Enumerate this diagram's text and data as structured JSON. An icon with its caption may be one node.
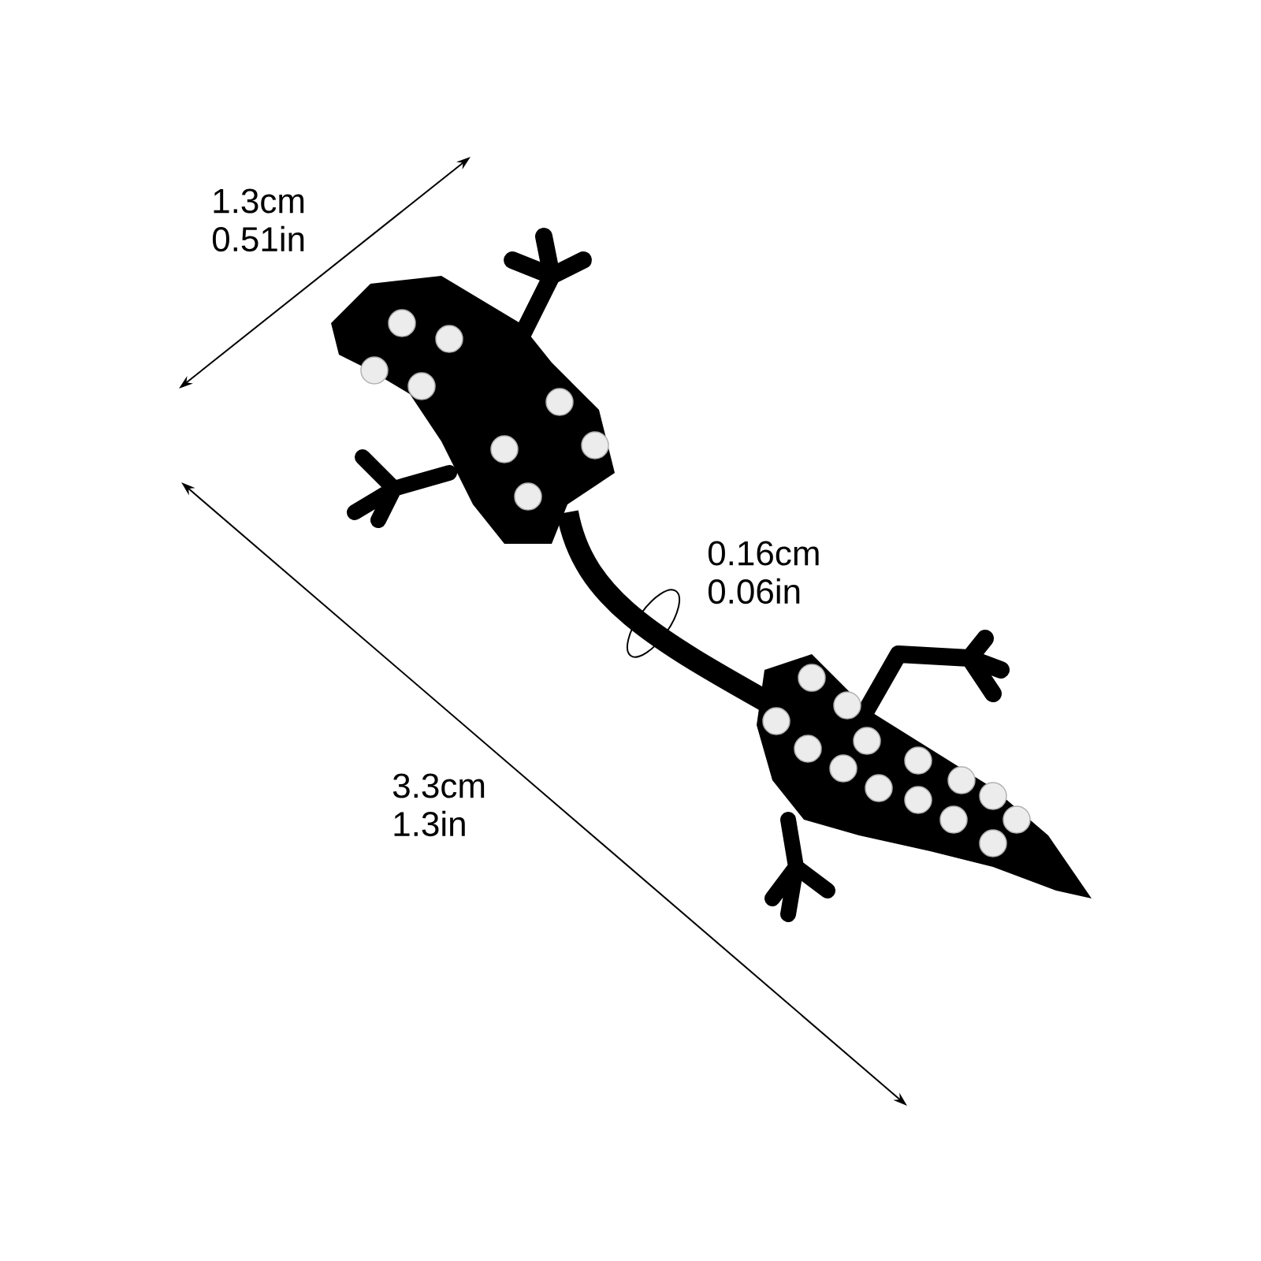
{
  "diagram": {
    "labels": [
      "1.3cm",
      "0.51in",
      "0.16cm",
      "0.06in",
      "3.3cm",
      "1.3in"
    ]
  }
}
